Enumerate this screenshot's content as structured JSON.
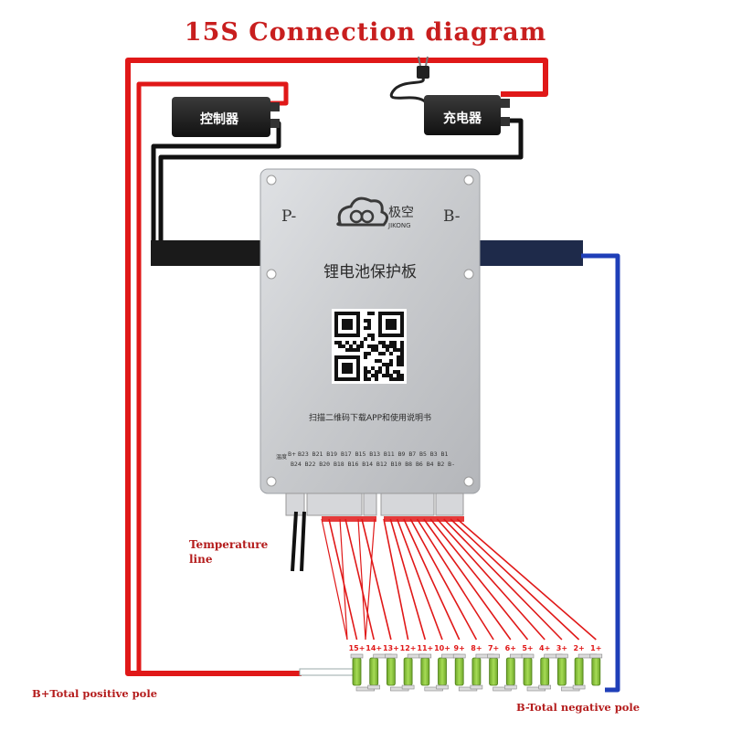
{
  "title": "15S Connection diagram",
  "labels": {
    "temperature_line": "Temperature line",
    "b_positive": "B+Total positive pole",
    "b_negative": "B-Total negative pole"
  },
  "devices": {
    "controller": "控制器",
    "charger": "充电器"
  },
  "board": {
    "port_p": "P-",
    "port_b": "B-",
    "brand_cn": "极空",
    "brand_en": "JIKONG",
    "product_name": "锂电池保护板",
    "scan_text": "扫描二维码下载APP和使用说明书",
    "pin_row1_prefix": "B+",
    "pin_row1": "B23 B21 B19 B17 B15 B13 B11 B9 B7 B5 B3 B1",
    "pin_row2": "B24 B22 B20 B18 B16 B14 B12 B10 B8 B6 B4 B2 B-",
    "temp_side_label": "温度"
  },
  "cells": {
    "labels": [
      "15+",
      "14+",
      "13+",
      "12+",
      "11+",
      "10+",
      "9+",
      "8+",
      "7+",
      "6+",
      "5+",
      "4+",
      "3+",
      "2+",
      "1+"
    ]
  },
  "colors": {
    "positive_wire": "#e01818",
    "negative_wire": "#1f3fb8",
    "ground_wire": "#111111",
    "label": "#b41c1c",
    "board": "#c9cbcf",
    "cell": "#8fc93a"
  }
}
